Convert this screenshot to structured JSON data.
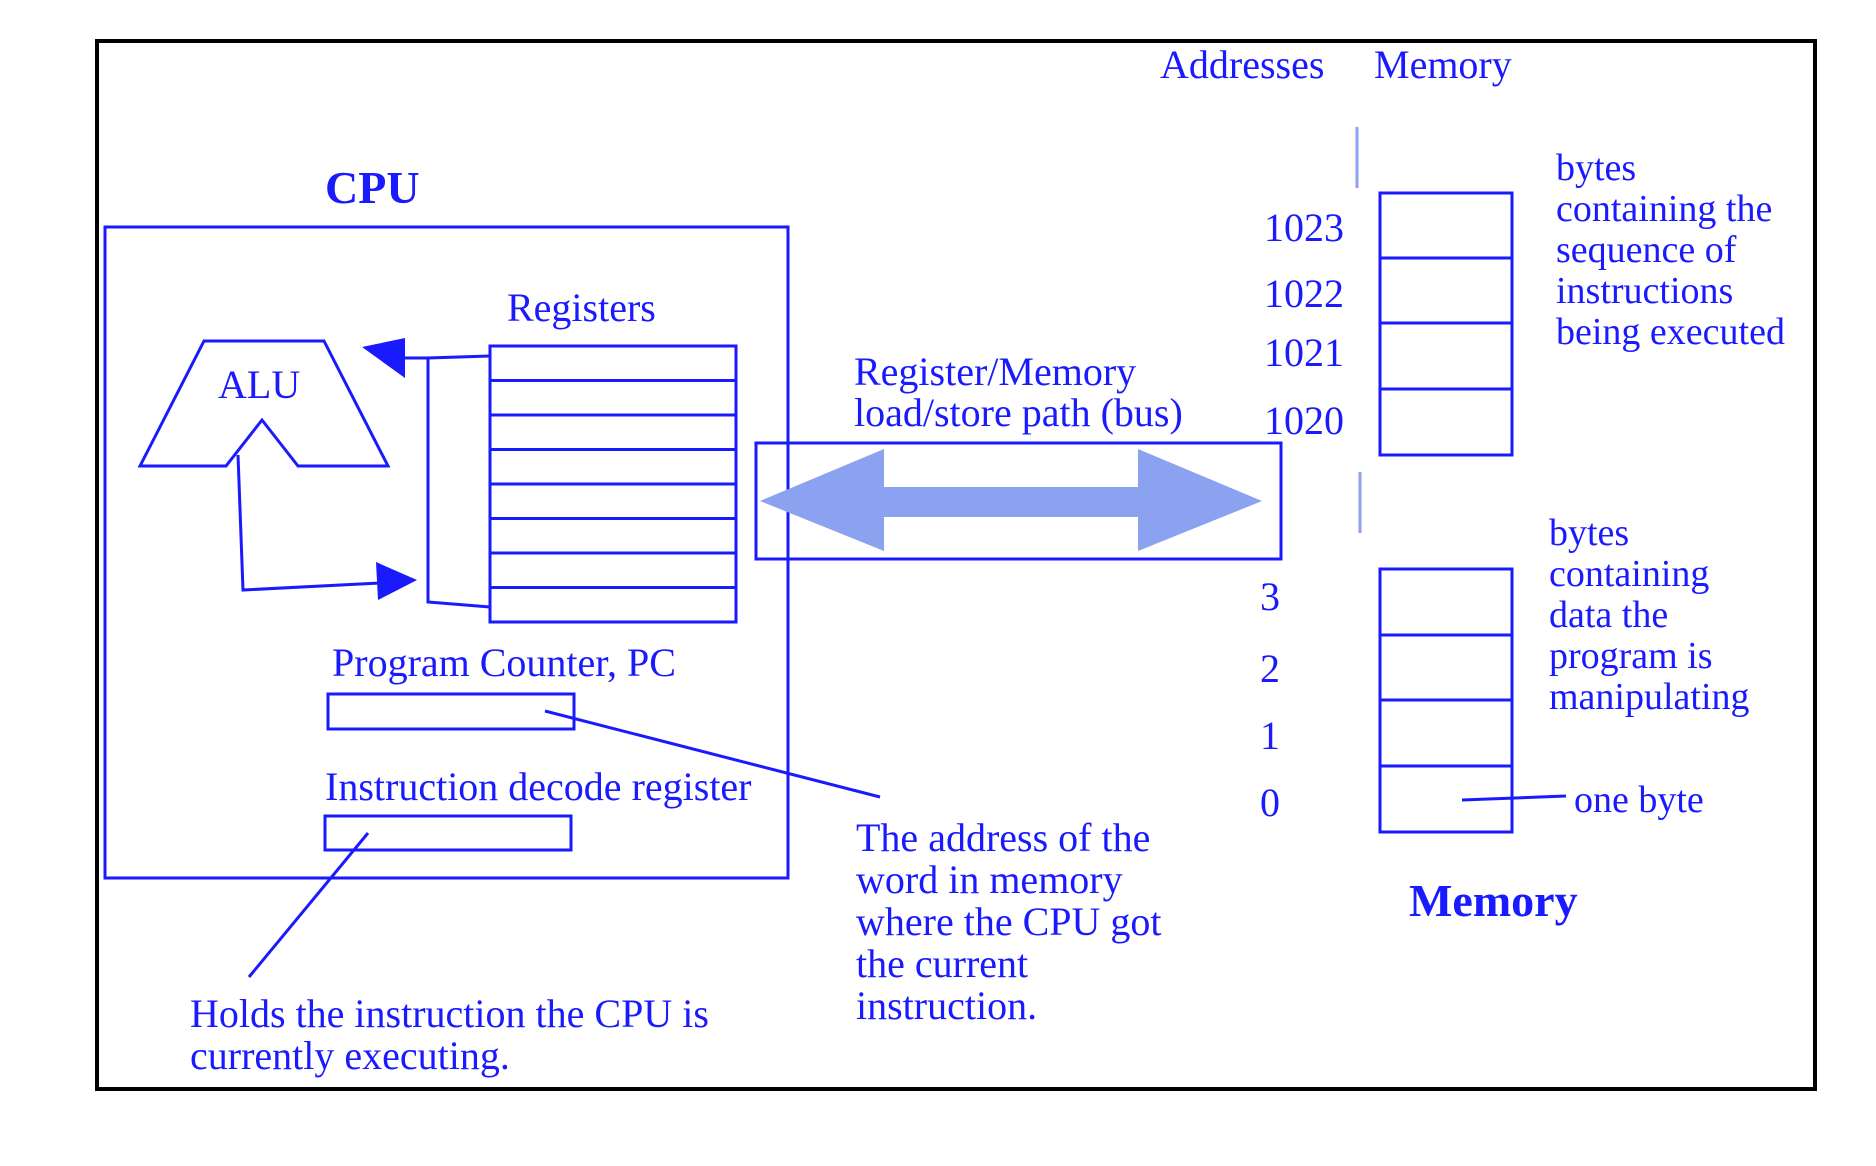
{
  "colors": {
    "ink": "#1a1aff",
    "bus": "#8ba2f0",
    "frame": "#000000"
  },
  "cpu": {
    "title": "CPU",
    "alu_label": "ALU",
    "registers_label": "Registers",
    "pc_label": "Program Counter, PC",
    "idr_label": "Instruction decode register"
  },
  "bus": {
    "label_line1": "Register/Memory",
    "label_line2": "load/store path (bus)"
  },
  "memory": {
    "title": "Memory",
    "addresses_header": "Addresses",
    "memory_header": "Memory",
    "high_addresses": [
      "1023",
      "1022",
      "1021",
      "1020"
    ],
    "low_addresses": [
      "3",
      "2",
      "1",
      "0"
    ],
    "instr_note": [
      "bytes",
      "containing the",
      "sequence of",
      "instructions",
      "being executed"
    ],
    "data_note": [
      "bytes",
      "containing",
      "data the",
      "program is",
      "manipulating"
    ],
    "byte_label": "one byte"
  },
  "notes": {
    "pc_note": [
      "The address of the",
      "word in memory",
      "where the CPU got",
      "the current",
      "instruction."
    ],
    "idr_note": [
      "Holds the instruction the CPU is",
      "currently executing."
    ]
  }
}
